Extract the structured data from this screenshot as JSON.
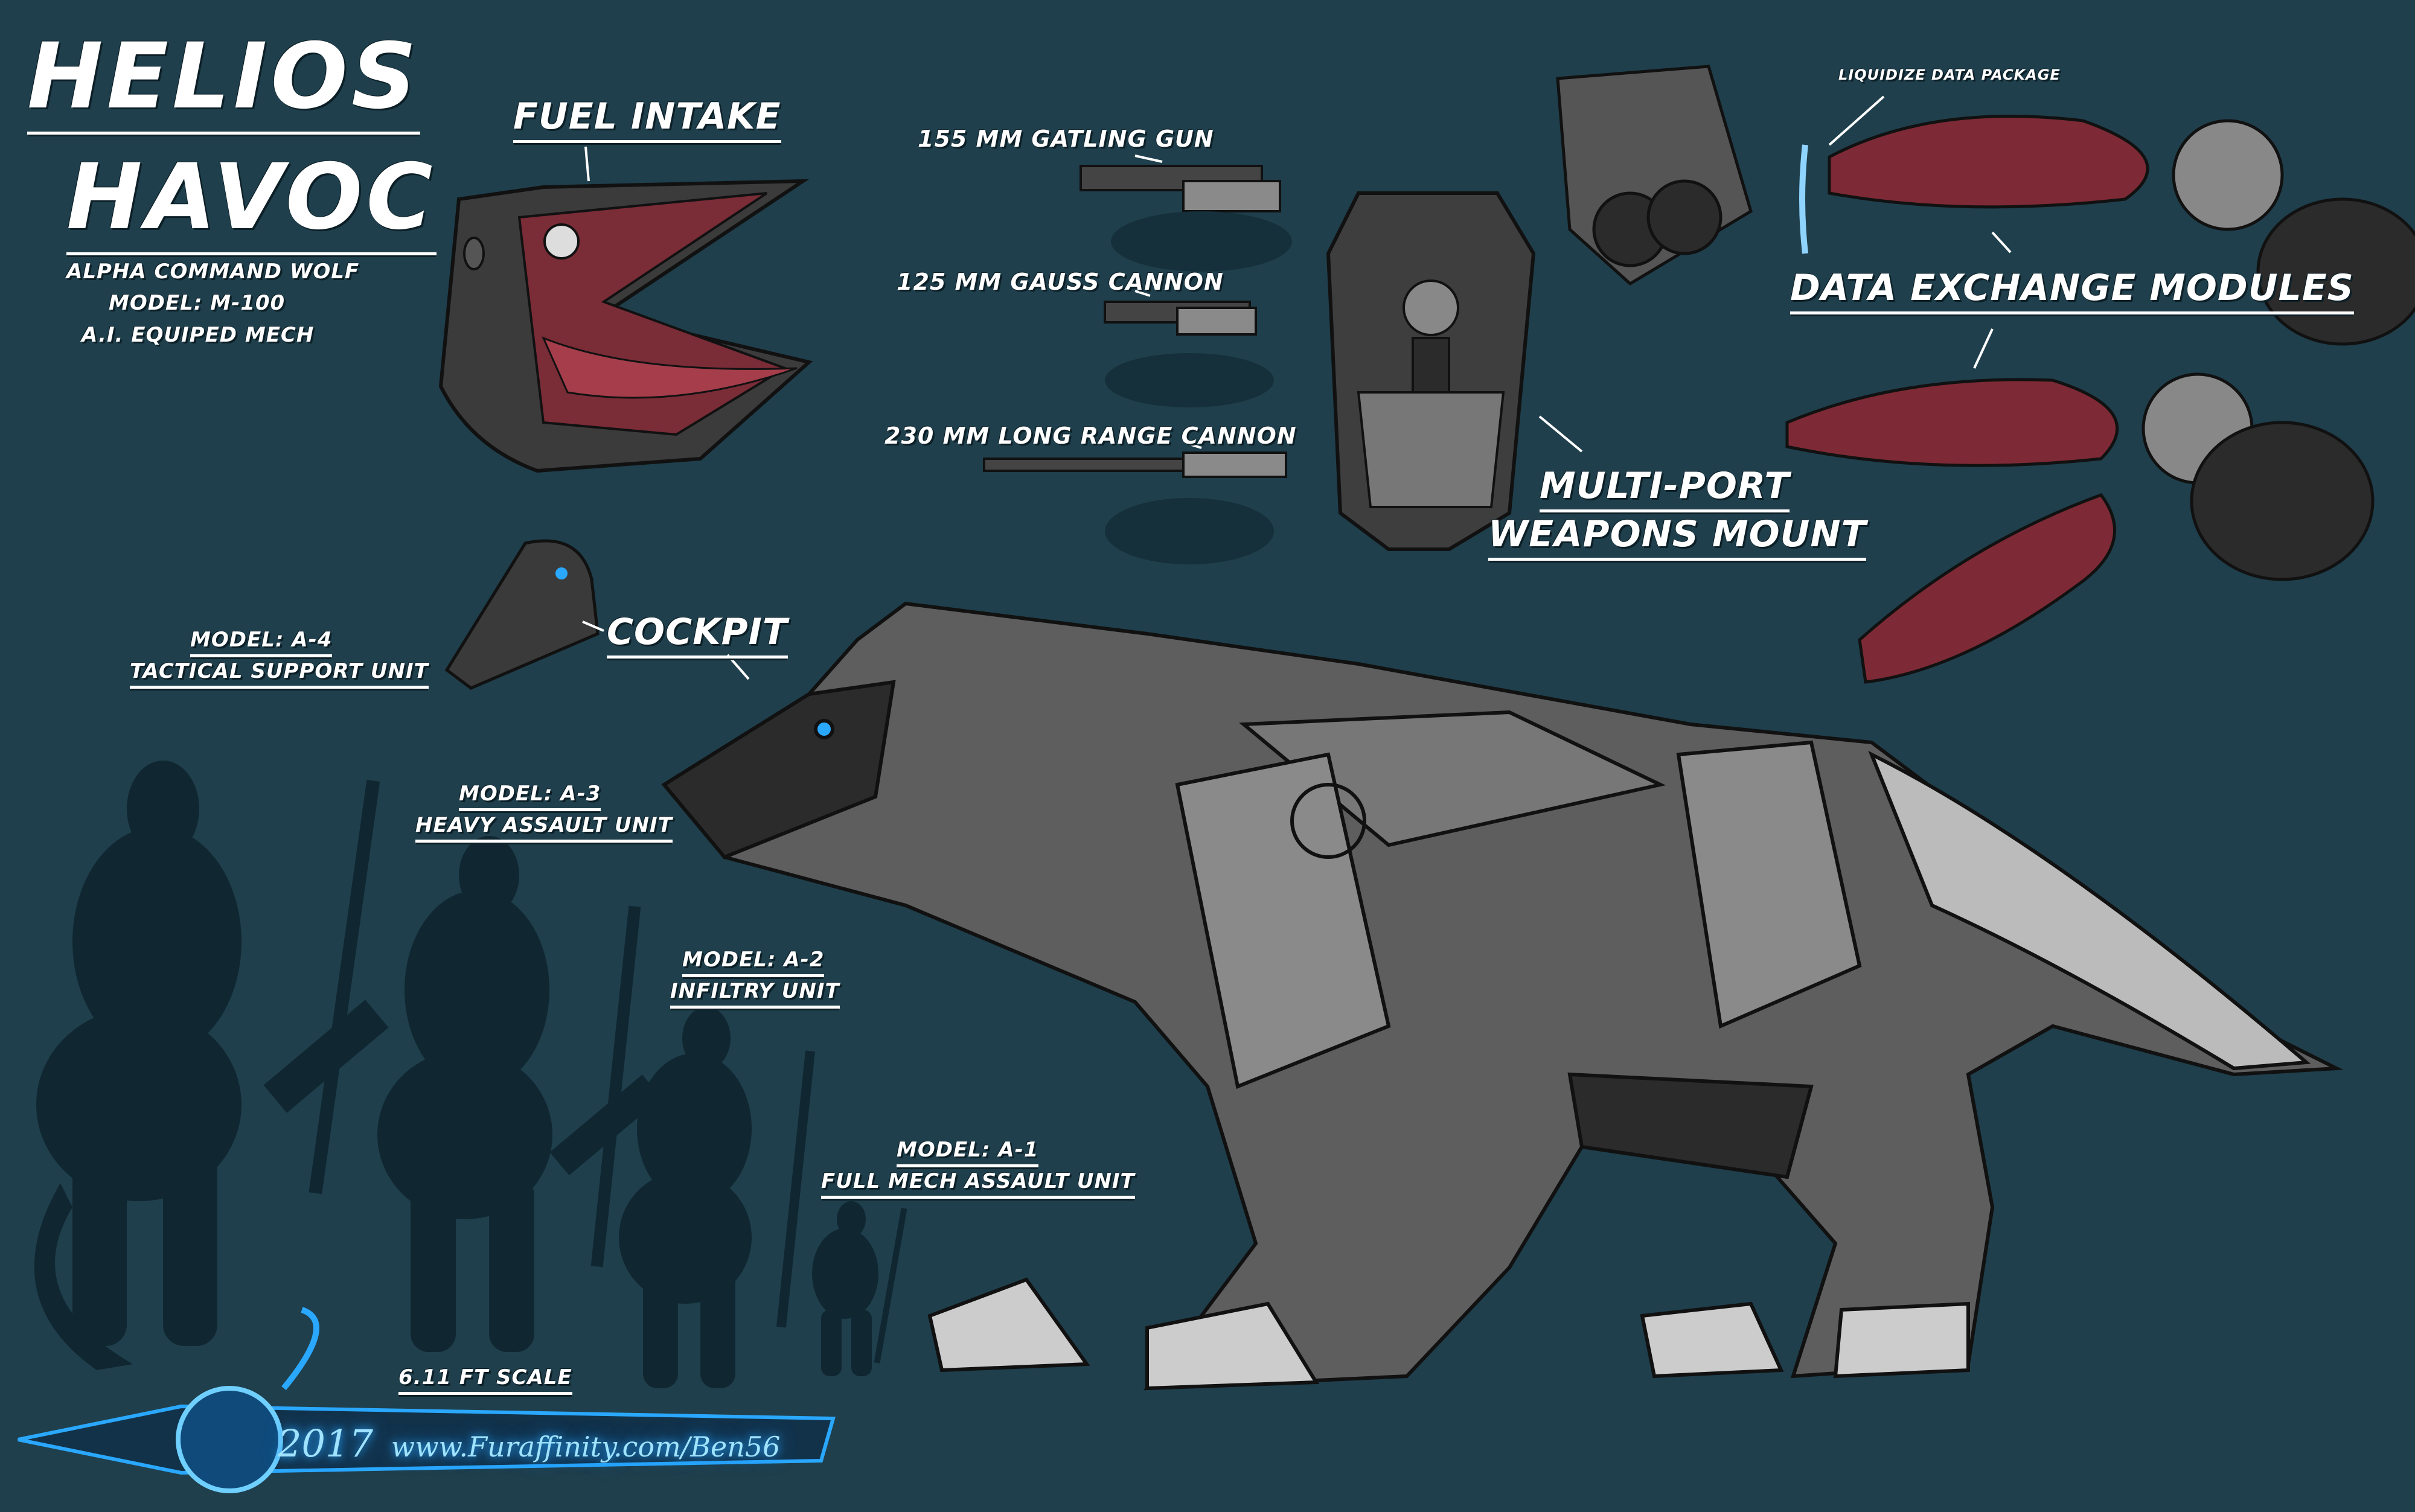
{
  "title": {
    "line1": "HELIOS",
    "line2": "HAVOC"
  },
  "specs": [
    "ALPHA COMMAND WOLF",
    "MODEL: M-100",
    "A.I. EQUIPED MECH"
  ],
  "labels": {
    "fuel_intake": "FUEL INTAKE",
    "gatling": "155 MM GATLING GUN",
    "gauss": "125 MM GAUSS CANNON",
    "long_range": "230 MM LONG RANGE CANNON",
    "multi_port_1": "MULTI-PORT",
    "multi_port_2": "WEAPONS MOUNT",
    "liquidize": "LIQUIDIZE DATA PACKAGE",
    "data_exchange": "DATA EXCHANGE MODULES",
    "cockpit": "COCKPIT",
    "scale": "6.11 FT SCALE"
  },
  "models": [
    {
      "line1": "MODEL: A-4",
      "line2": "TACTICAL SUPPORT UNIT"
    },
    {
      "line1": "MODEL: A-3",
      "line2": "HEAVY ASSAULT UNIT"
    },
    {
      "line1": "MODEL: A-2",
      "line2": "INFILTRY UNIT"
    },
    {
      "line1": "MODEL: A-1",
      "line2": "FULL MECH ASSAULT UNIT"
    }
  ],
  "signature": {
    "year": "2017",
    "url": "www.Furaffinity.com/Ben56"
  },
  "colors": {
    "background": "#1f3f4c",
    "metal": "#5e5e5e",
    "dark_metal": "#2b2b2b",
    "red": "#7d2a36",
    "glow": "#2aa8ff"
  }
}
